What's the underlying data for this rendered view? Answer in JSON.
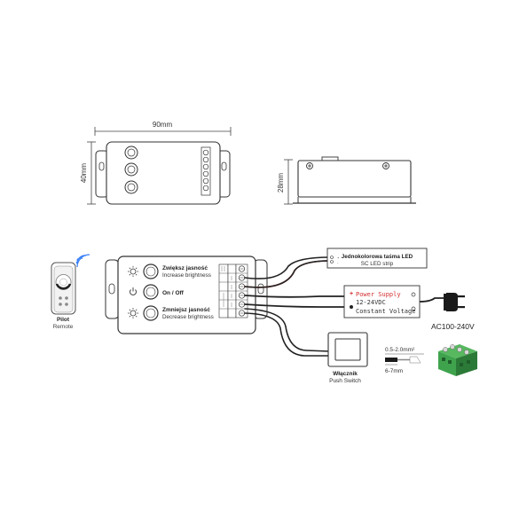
{
  "dimensions": {
    "width_label": "90mm",
    "height_label": "40mm",
    "depth_label": "28mm"
  },
  "remote": {
    "title": "Pilot",
    "subtitle": "Remote",
    "icon": "wifi-signal-icon"
  },
  "controller": {
    "buttons": [
      {
        "icon": "sun-icon",
        "title": "Zwiększ jasność",
        "subtitle": "Increase brightness"
      },
      {
        "icon": "power-icon",
        "title": "On / Off",
        "subtitle": ""
      },
      {
        "icon": "sun-icon",
        "title": "Zmniejsz jasność",
        "subtitle": "Decrease brightness"
      }
    ]
  },
  "led_strip": {
    "title": "Jednokolorowa taśma LED",
    "subtitle": "SC LED strip"
  },
  "power_supply": {
    "line1": "Power Supply",
    "line2": "12-24VDC",
    "line3": "Constant Voltage",
    "plug_label": "AC100-240V"
  },
  "switch": {
    "title": "Włącznik",
    "subtitle": "Push Switch"
  },
  "wire_spec": {
    "section": "0.5-2.0mm²",
    "strip": "6-7mm"
  },
  "colors": {
    "line": "#333333",
    "wifi": "#3b82f6",
    "terminal": "#3fa34d",
    "terminal_dark": "#2c7a38",
    "power_red": "#d32f2f"
  }
}
